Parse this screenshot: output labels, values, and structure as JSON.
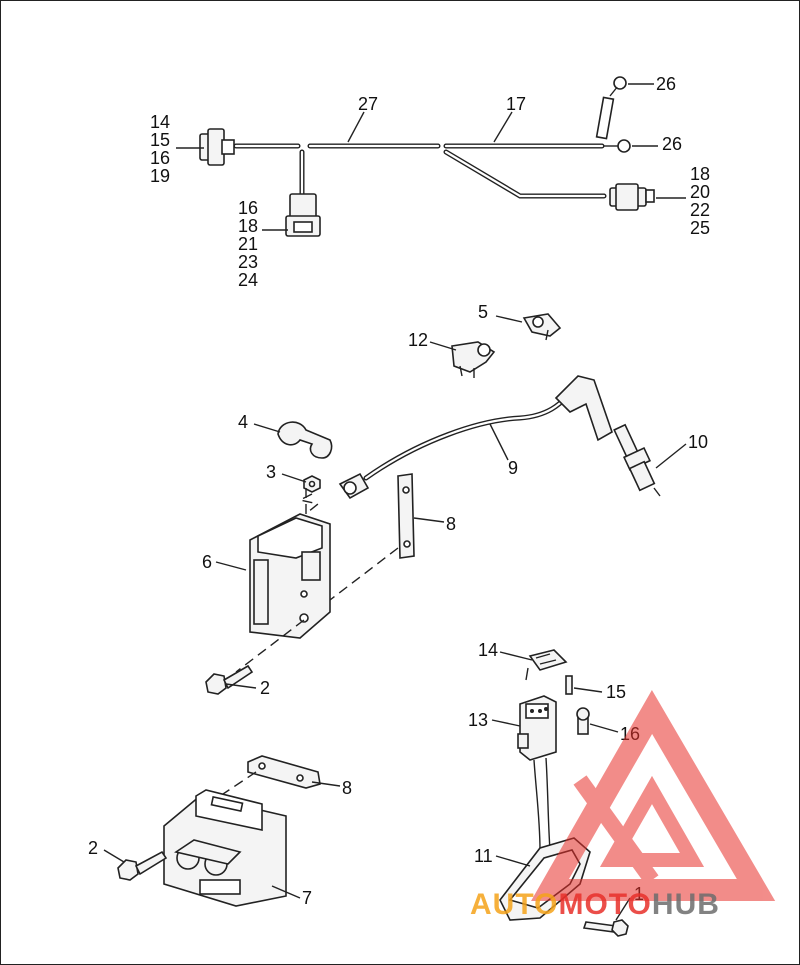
{
  "callouts": {
    "c14a": "14",
    "c15a": "15",
    "c16a": "16",
    "c19": "19",
    "c27": "27",
    "c17": "17",
    "c26a": "26",
    "c26b": "26",
    "c18a": "18",
    "c20": "20",
    "c22": "22",
    "c25": "25",
    "c16b": "16",
    "c18b": "18",
    "c21": "21",
    "c23": "23",
    "c24": "24",
    "c5": "5",
    "c12": "12",
    "c4": "4",
    "c3": "3",
    "c9": "9",
    "c10": "10",
    "c8a": "8",
    "c6": "6",
    "c2a": "2",
    "c14b": "14",
    "c15b": "15",
    "c13": "13",
    "c16c": "16",
    "c8b": "8",
    "c2b": "2",
    "c7": "7",
    "c11": "11",
    "c1": "1"
  },
  "watermark": {
    "brand": "AUTOMOTOHUB",
    "colors": {
      "red": "#e8302a",
      "orange": "#f5a31a",
      "gray": "#6d6d6d"
    }
  }
}
